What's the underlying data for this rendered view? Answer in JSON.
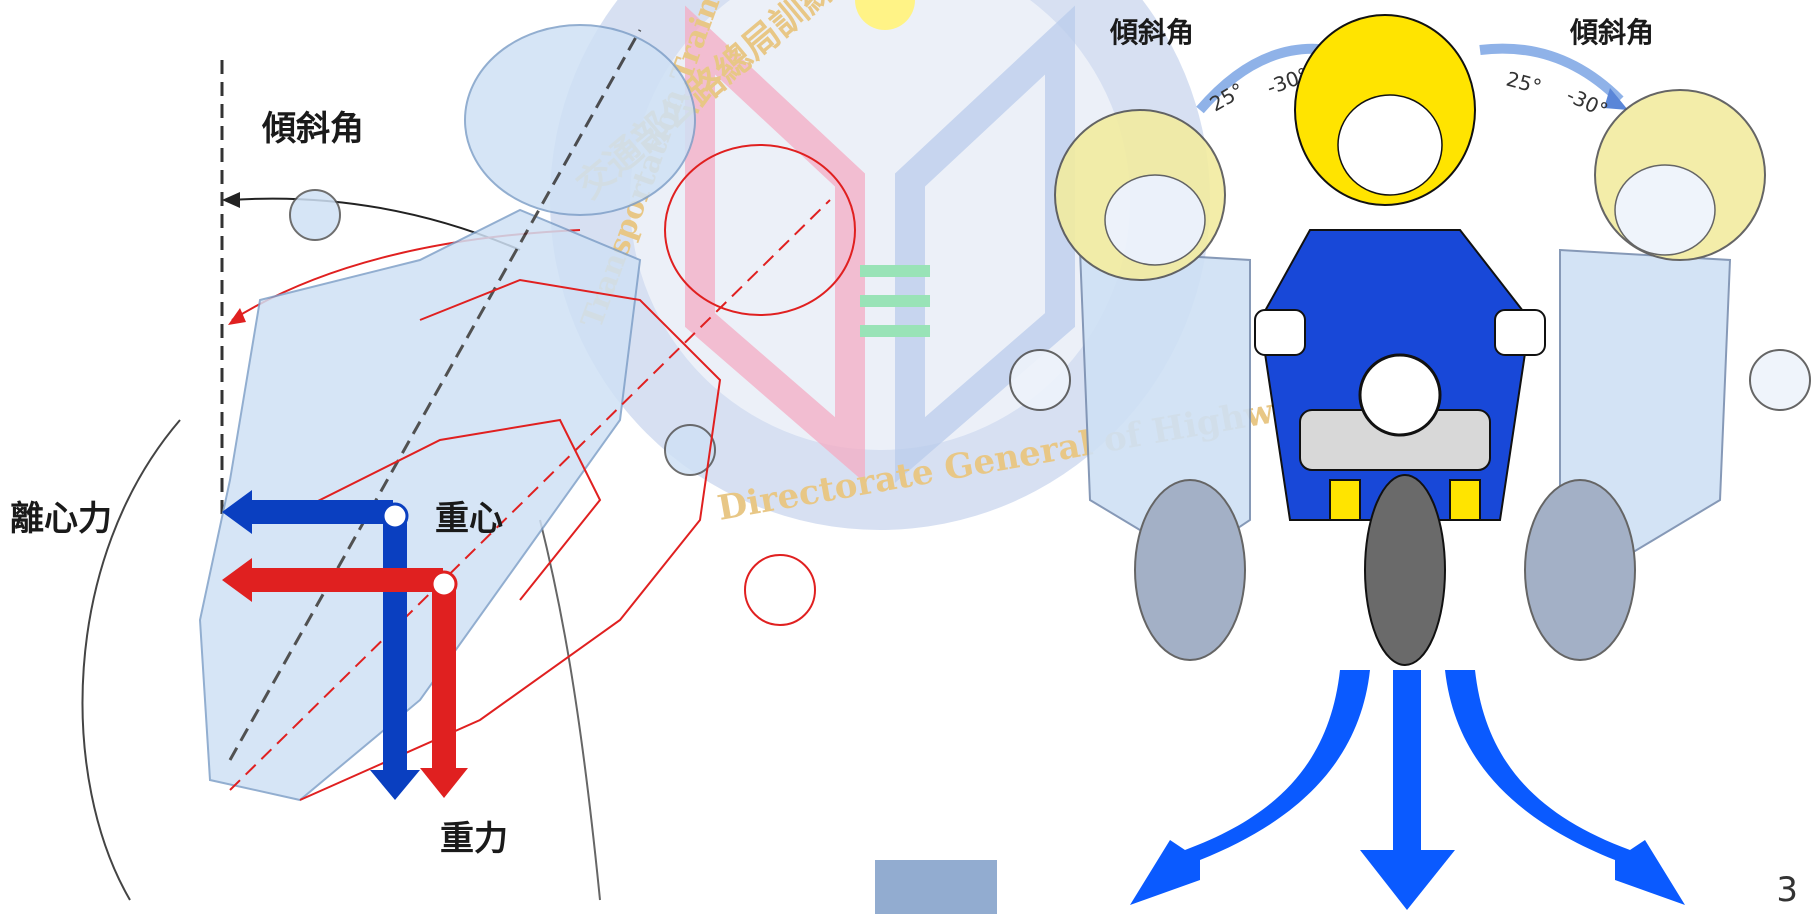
{
  "watermark": {
    "institute_text": "Transportation Training Institute",
    "directorate_text": "Directorate General of Highways, MOTC",
    "chinese_text": "交通部公路總局訓練所"
  },
  "left_diagram": {
    "lean_angle_label": "傾斜角",
    "centrifugal_force_label": "離心力",
    "center_of_gravity_label": "重心",
    "gravity_label": "重力"
  },
  "right_diagram": {
    "lean_angle_left_label": "傾斜角",
    "lean_angle_right_label": "傾斜角",
    "angle_left_a": "25°",
    "angle_left_b": "-30°",
    "angle_right_a": "25°",
    "angle_right_b": "-30°"
  },
  "colors": {
    "blue_arrow": "#0a3fc0",
    "red_arrow": "#e02020",
    "direction_arrow": "#0a5aff",
    "helmet_main": "#ffe400",
    "helmet_ghost": "#f2eca0",
    "suit": "#1848d8",
    "ghost": "#cfe1f5"
  },
  "footer": {
    "page_number": "3"
  }
}
